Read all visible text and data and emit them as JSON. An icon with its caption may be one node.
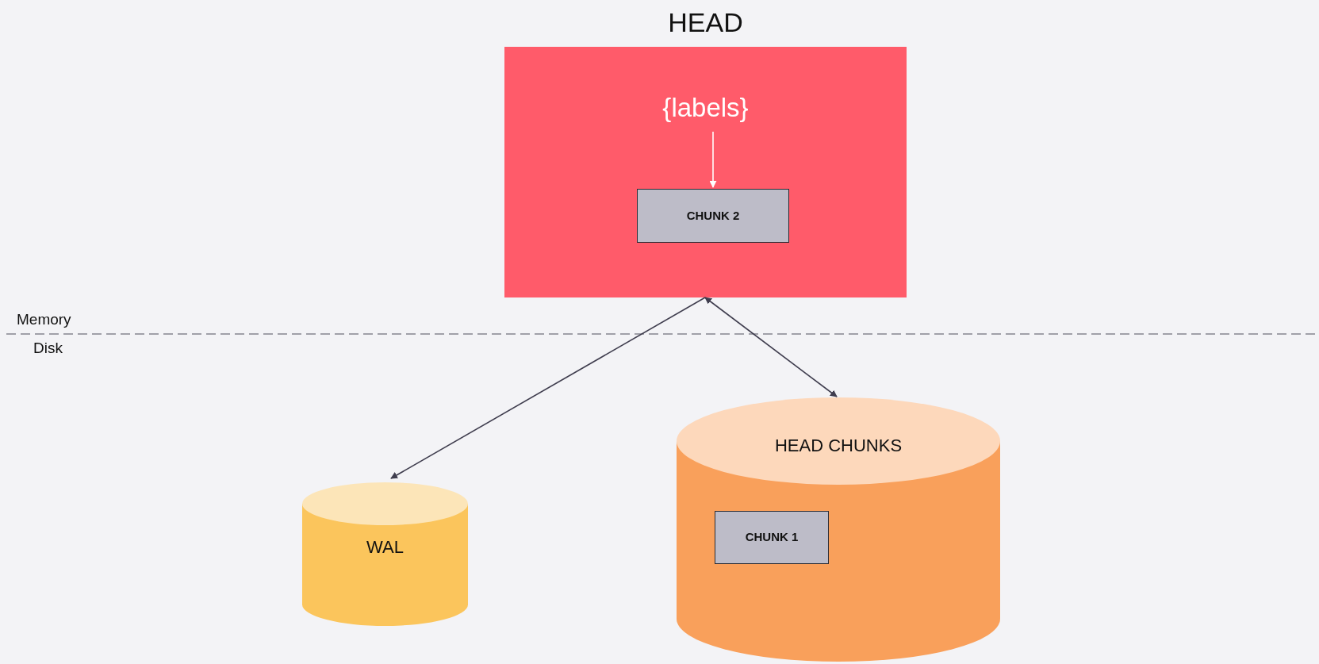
{
  "diagram": {
    "nodes": [
      {
        "text": [
          "HEAD"
        ]
      },
      {
        "text": [
          "{labels}"
        ],
        "in": 0
      },
      {
        "text": [
          "CHUNK 2"
        ],
        "in": 0
      },
      {
        "text": [
          "WAL"
        ]
      },
      {
        "text": [
          "HEAD CHUNKS"
        ]
      },
      {
        "text": [
          "CHUNK 1"
        ],
        "in": 4
      }
    ],
    "edges": [
      {
        "from": 1,
        "to": 2,
        "arrow": "to",
        "color": "#ffffff"
      },
      {
        "from": 0,
        "to": 3,
        "arrow": "to"
      },
      {
        "from": 0,
        "to": 4,
        "arrow": "both"
      }
    ],
    "labels": [
      "Memory",
      "Disk"
    ]
  }
}
